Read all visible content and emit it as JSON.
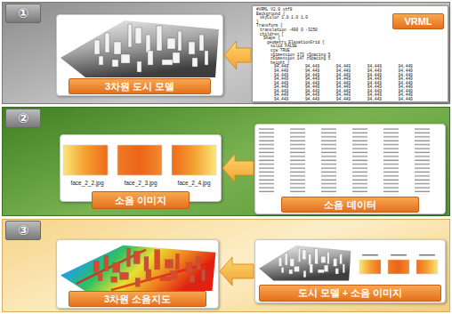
{
  "diagram": {
    "nodes": [
      {
        "text": [
          "①"
        ]
      },
      {
        "text": [
          "3차원 도시 모델"
        ],
        "in": 0
      },
      {
        "text": [
          "VRML"
        ],
        "in": 0
      },
      {
        "text": [
          "②"
        ]
      },
      {
        "text": [
          "소음 이미지"
        ],
        "in": 3
      },
      {
        "text": [
          "소음 데이터"
        ],
        "in": 3
      },
      {
        "text": [
          "③"
        ]
      },
      {
        "text": [
          "3차원 소음지도"
        ],
        "in": 6
      },
      {
        "text": [
          "도시 모델 + 소음 이미지"
        ],
        "in": 6
      }
    ],
    "edges": [
      {
        "from": 2,
        "to": 1,
        "arrow": "to"
      },
      {
        "from": 5,
        "to": 4,
        "arrow": "to"
      },
      {
        "from": 8,
        "to": 7,
        "arrow": "to"
      }
    ],
    "labels": [
      "#VRML V2.0 utf8",
      "Background {",
      "skyColor 1.0 1.0 1.0",
      "}",
      "Transform {",
      "translation -490 0 -3250",
      "children [",
      "Shape {",
      "geometry ElevationGrid {",
      "solid FALSE",
      "ccw TRUE",
      "xDimension 173 xSpacing 5",
      "zDimension 147 zSpacing 5",
      "height [",
      "94.449 94.449 94.449 94.449 94.449",
      "94.449 94.449 94.449 94.449 94.449",
      "94.449 94.449 94.449 94.449 94.449",
      "94.449 94.449 94.449 94.449 94.449",
      "94.449 94.449 94.449 94.449 94.449",
      "94.449 94.449 94.449 94.449 94.449",
      "94.449 94.449 94.449 94.449 94.449",
      "94.449 94.449 94.449 94.449 94.449",
      "94.449 94.449 94.449 94.449 94.449",
      "face_2_2.jpg",
      "face_2_3.jpg",
      "face_2_4.jpg"
    ]
  }
}
